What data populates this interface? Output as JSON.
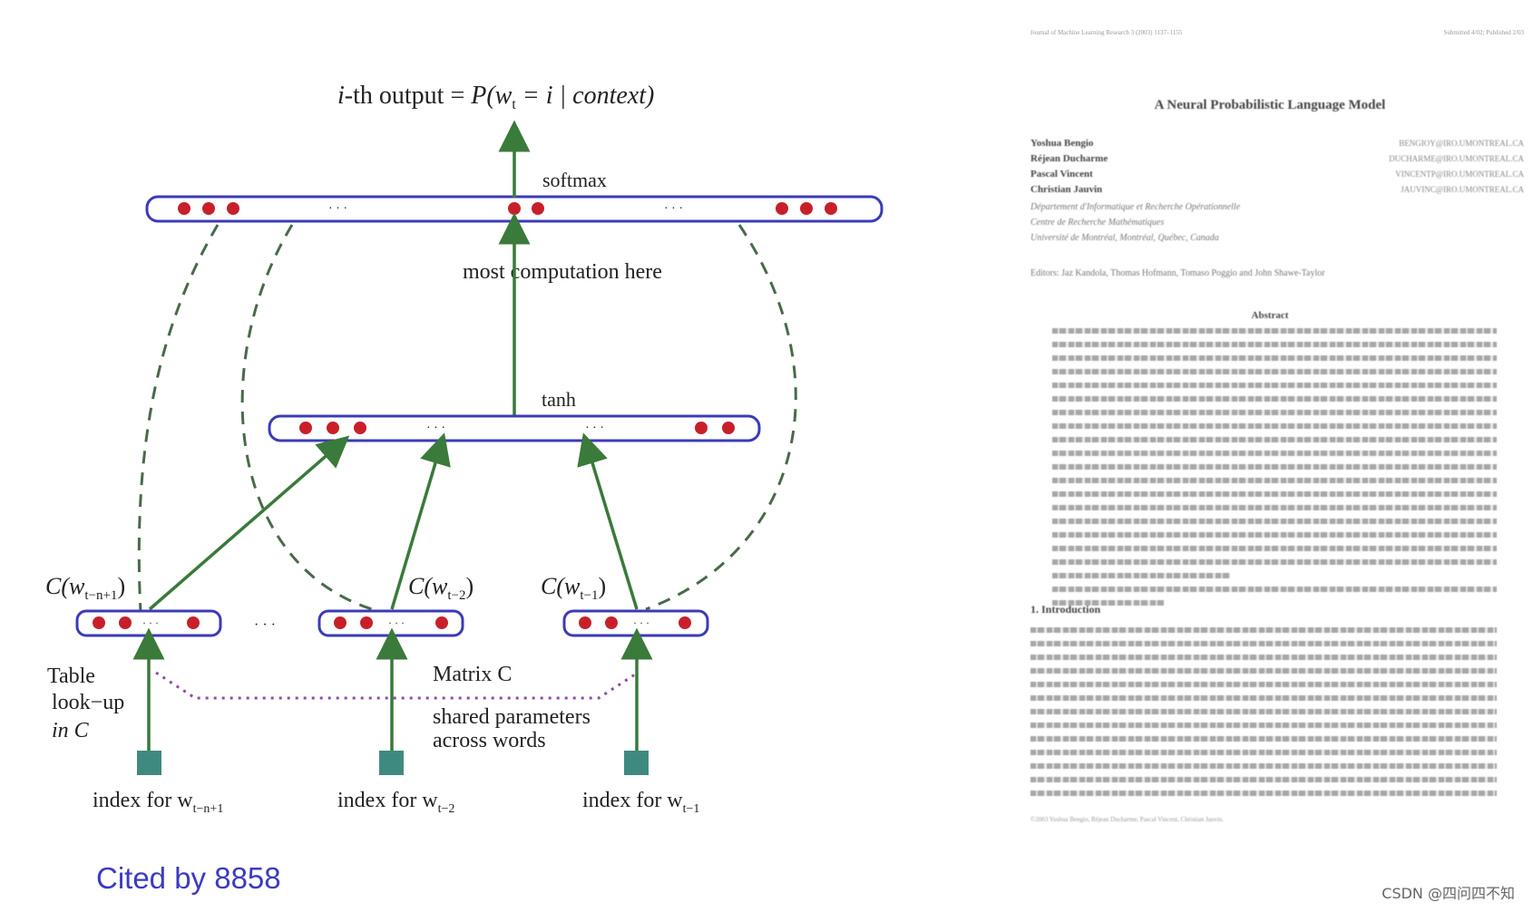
{
  "diagram": {
    "output_label_prefix": "i",
    "output_label_mid": "-th output = ",
    "output_label_formula": "P(w",
    "output_label_sub": "t",
    "output_label_rest": " = i | context)",
    "softmax_label": "softmax",
    "computation_label": "most  computation here",
    "tanh_label": "tanh",
    "ellipsis": "· · ·",
    "c_labels": [
      {
        "text": "C(w",
        "sub": "t−n+1",
        "end": ")"
      },
      {
        "text": "C(w",
        "sub": "t−2",
        "end": ")"
      },
      {
        "text": "C(w",
        "sub": "t−1",
        "end": ")"
      }
    ],
    "table_lookup": [
      "Table",
      "look−up",
      "in C"
    ],
    "matrix_label": "Matrix C",
    "shared_label": [
      "shared parameters",
      "across words"
    ],
    "index_labels": [
      {
        "text": "index for w",
        "sub": "t−n+1"
      },
      {
        "text": "index for w",
        "sub": "t−2"
      },
      {
        "text": "index for w",
        "sub": "t−1"
      }
    ],
    "colors": {
      "box": "#3b3bb8",
      "dot": "#c8202a",
      "arrow": "#3a7a3a",
      "dashed": "#4a6a4a",
      "dotted": "#8a4fa0",
      "index_square": "#3f8a80"
    }
  },
  "cited_by": "Cited by 8858",
  "watermark": "CSDN @四问四不知",
  "paper": {
    "header_left": "Journal of Machine Learning Research 3 (2003) 1137–1155",
    "header_right": "Submitted 4/02; Published 2/03",
    "title": "A Neural Probabilistic Language Model",
    "authors": [
      "Yoshua Bengio",
      "Réjean Ducharme",
      "Pascal Vincent",
      "Christian Jauvin"
    ],
    "emails": [
      "BENGIOY@IRO.UMONTREAL.CA",
      "DUCHARME@IRO.UMONTREAL.CA",
      "VINCENTP@IRO.UMONTREAL.CA",
      "JAUVINC@IRO.UMONTREAL.CA"
    ],
    "affiliation": [
      "Département d'Informatique et Recherche Opérationnelle",
      "Centre de Recherche Mathématiques",
      "Université de Montréal, Montréal, Québec, Canada"
    ],
    "editors": "Editors: Jaz Kandola, Thomas Hofmann, Tomaso Poggio and John Shawe-Taylor",
    "abstract_heading": "Abstract",
    "intro_heading": "1. Introduction",
    "copyright": "©2003 Yoshua Bengio, Réjean Ducharme, Pascal Vincent, Christian Jauvin."
  }
}
